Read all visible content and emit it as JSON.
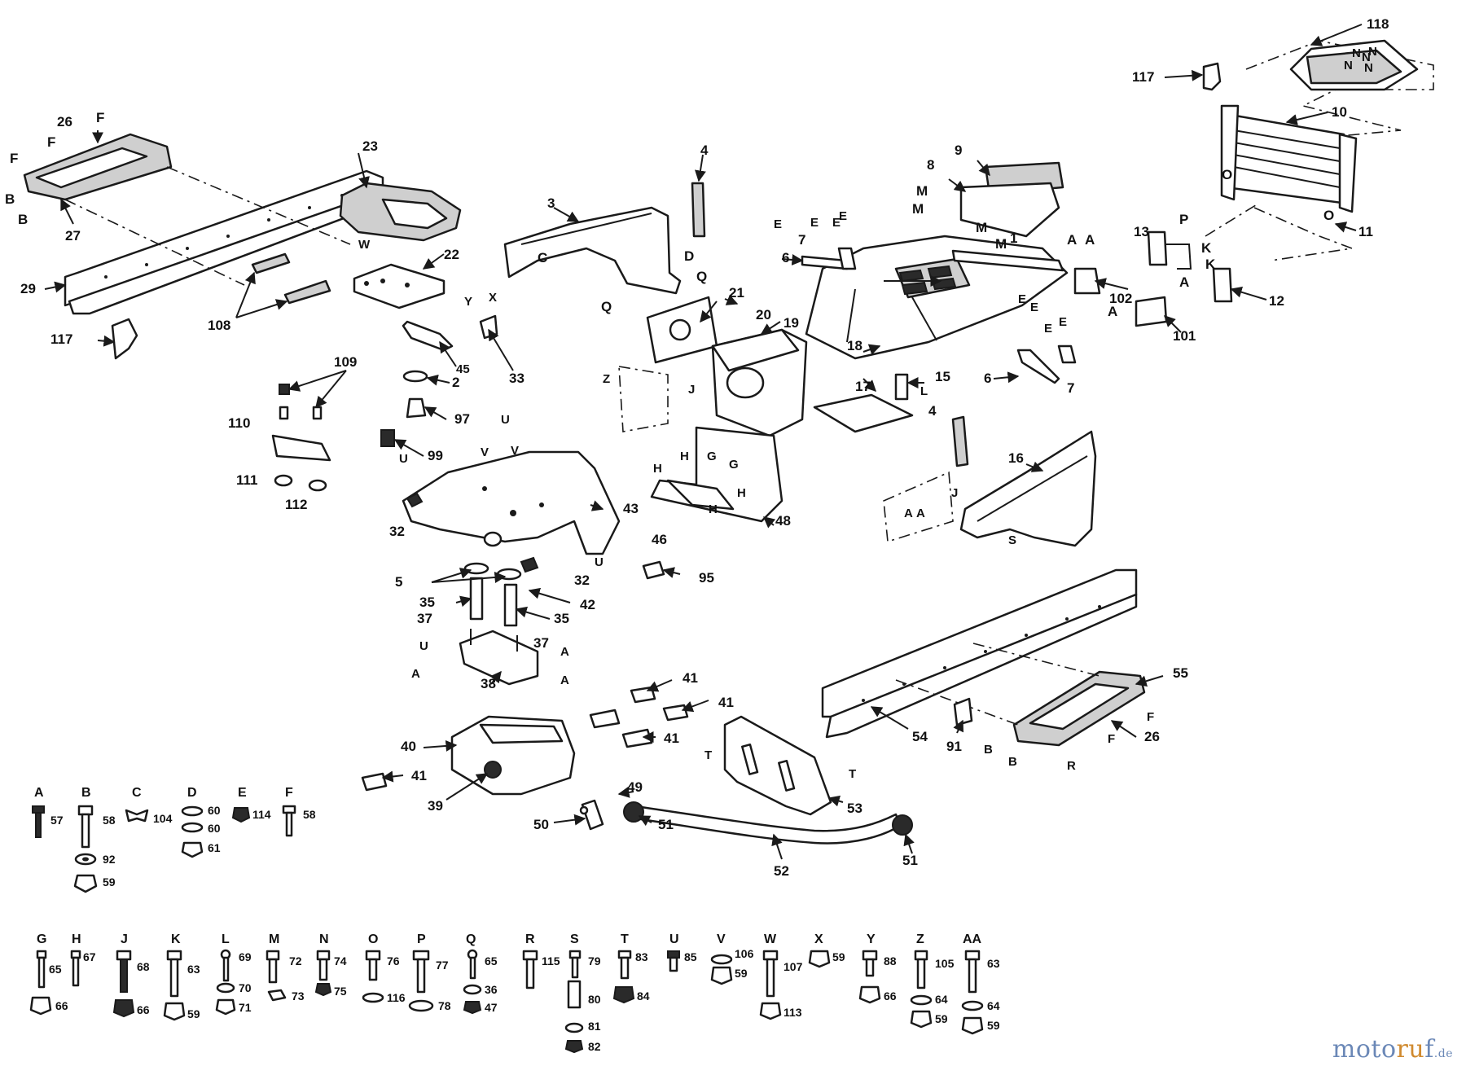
{
  "labels": {
    "l118": "118",
    "l117a": "117",
    "l117b": "117",
    "lN1": "N",
    "lN2": "N",
    "lN3": "N",
    "lN4": "N",
    "lN5": "N",
    "l10": "10",
    "lO1": "O",
    "lO2": "O",
    "l11": "11",
    "l13": "13",
    "lP": "P",
    "lK1": "K",
    "lK2": "K",
    "l12": "12",
    "lA_r1": "A",
    "lA_r2": "A",
    "lA_r3": "A",
    "lA_r4": "A",
    "l102": "102",
    "l101": "101",
    "l9": "9",
    "l8": "8",
    "lM1": "M",
    "lM2": "M",
    "lM3": "M",
    "lM4": "M",
    "l1": "1",
    "l26": "26",
    "lF1": "F",
    "lF2": "F",
    "lF3": "F",
    "lB1": "B",
    "lB2": "B",
    "l27": "27",
    "l29": "29",
    "l23": "23",
    "l22": "22",
    "lW": "W",
    "lY": "Y",
    "lX": "X",
    "l33": "33",
    "l45": "45",
    "l108": "108",
    "l109": "109",
    "l110": "110",
    "l111": "111",
    "l112": "112",
    "l2": "2",
    "l97": "97",
    "l99": "99",
    "l3": "3",
    "lC": "C",
    "lD": "D",
    "l4a": "4",
    "l4b": "4",
    "lQ1": "Q",
    "lQ2": "Q",
    "l21": "21",
    "l20": "20",
    "l19": "19",
    "lE1": "E",
    "lE2": "E",
    "lE3": "E",
    "lE4": "E",
    "lE5": "E",
    "lE6": "E",
    "lE7": "E",
    "l6a": "6",
    "l6b": "6",
    "l7a": "7",
    "l7b": "7",
    "l18": "18",
    "l15": "15",
    "lL": "L",
    "l17": "17",
    "l16": "16",
    "lS": "S",
    "lZ": "Z",
    "lJ1": "J",
    "lJ2": "J",
    "lAA1": "A",
    "lAA2": "A",
    "lU1": "U",
    "lU2": "U",
    "lU3": "U",
    "lU4": "U",
    "lV1": "V",
    "lV2": "V",
    "l43": "43",
    "l32a": "32",
    "l32b": "32",
    "l5": "5",
    "l35a": "35",
    "l35b": "35",
    "l42": "42",
    "l37a": "37",
    "l37b": "37",
    "lA_c1": "A",
    "lA_c2": "A",
    "lA_c3": "A",
    "l38": "38",
    "lH1": "H",
    "lH2": "H",
    "lH3": "H",
    "lG1": "G",
    "lG2": "G",
    "l46": "46",
    "l48": "48",
    "l95": "95",
    "l41a": "41",
    "l41b": "41",
    "l41c": "41",
    "l41d": "41",
    "l40": "40",
    "l39": "39",
    "l49": "49",
    "l50": "50",
    "l51a": "51",
    "l51b": "51",
    "l52": "52",
    "l53": "53",
    "lT1": "T",
    "lT2": "T",
    "l54": "54",
    "l55": "55",
    "l91": "91",
    "l26b": "26",
    "lF4": "F",
    "lF5": "F",
    "lB3": "B",
    "lB4": "B",
    "lR": "R"
  },
  "hardware_row1": [
    {
      "code": "A",
      "nums": [
        "57"
      ]
    },
    {
      "code": "B",
      "nums": [
        "58",
        "92",
        "59"
      ]
    },
    {
      "code": "C",
      "nums": [
        "104"
      ]
    },
    {
      "code": "D",
      "nums": [
        "60",
        "60",
        "61"
      ]
    },
    {
      "code": "E",
      "nums": [
        "114"
      ]
    },
    {
      "code": "F",
      "nums": [
        "58"
      ]
    }
  ],
  "hardware_row2": [
    {
      "code": "G",
      "nums": [
        "65",
        "66"
      ]
    },
    {
      "code": "H",
      "nums": [
        "67"
      ]
    },
    {
      "code": "J",
      "nums": [
        "68",
        "66"
      ]
    },
    {
      "code": "K",
      "nums": [
        "63",
        "59"
      ]
    },
    {
      "code": "L",
      "nums": [
        "69",
        "70",
        "71"
      ]
    },
    {
      "code": "M",
      "nums": [
        "72",
        "73"
      ]
    },
    {
      "code": "N",
      "nums": [
        "74",
        "75"
      ]
    },
    {
      "code": "O",
      "nums": [
        "76",
        "116"
      ]
    },
    {
      "code": "P",
      "nums": [
        "77",
        "78"
      ]
    },
    {
      "code": "Q",
      "nums": [
        "65",
        "36",
        "47"
      ]
    },
    {
      "code": "R",
      "nums": [
        "115"
      ]
    },
    {
      "code": "S",
      "nums": [
        "79",
        "80",
        "81",
        "82"
      ]
    },
    {
      "code": "T",
      "nums": [
        "83",
        "84"
      ]
    },
    {
      "code": "U",
      "nums": [
        "85"
      ]
    },
    {
      "code": "V",
      "nums": [
        "106",
        "59"
      ]
    },
    {
      "code": "W",
      "nums": [
        "107",
        "113"
      ]
    },
    {
      "code": "X",
      "nums": [
        "59"
      ]
    },
    {
      "code": "Y",
      "nums": [
        "88",
        "66"
      ]
    },
    {
      "code": "Z",
      "nums": [
        "105",
        "64",
        "59"
      ]
    },
    {
      "code": "AA",
      "nums": [
        "63",
        "64",
        "59"
      ]
    }
  ],
  "watermark": {
    "part1": "moto",
    "part2": "ru",
    "part3": "f",
    "tld": ".de"
  }
}
